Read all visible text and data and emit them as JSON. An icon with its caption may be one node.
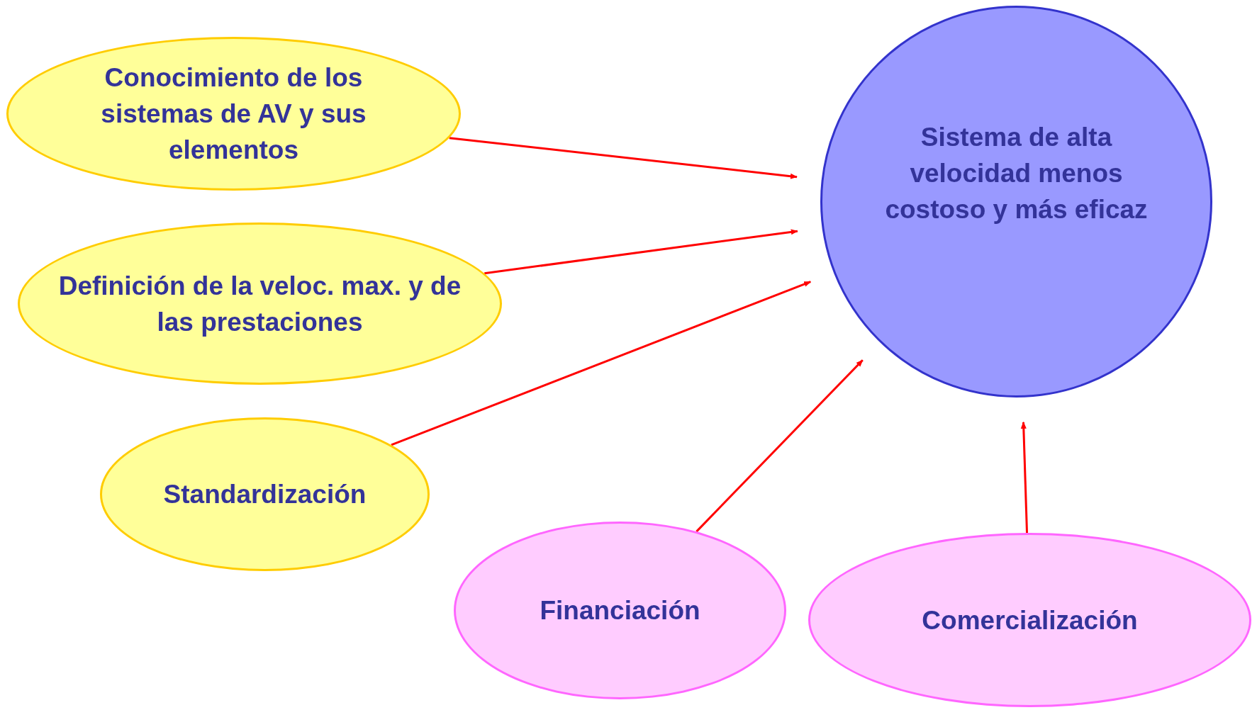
{
  "diagram": {
    "nodes": [
      {
        "text": [
          "Conocimiento de los sistemas de AV y sus elementos"
        ]
      },
      {
        "text": [
          "Definición de la veloc. max. y de las prestaciones"
        ]
      },
      {
        "text": [
          "Standardización"
        ]
      },
      {
        "text": [
          "Financiación"
        ]
      },
      {
        "text": [
          "Comercialización"
        ]
      },
      {
        "text": [
          "Sistema de alta velocidad menos costoso y más eficaz"
        ]
      }
    ],
    "edges": [
      {
        "from": 0,
        "to": 5,
        "arrow": "to"
      },
      {
        "from": 1,
        "to": 5,
        "arrow": "to"
      },
      {
        "from": 2,
        "to": 5,
        "arrow": "to"
      },
      {
        "from": 3,
        "to": 5,
        "arrow": "to"
      },
      {
        "from": 4,
        "to": 5,
        "arrow": "to"
      }
    ]
  }
}
